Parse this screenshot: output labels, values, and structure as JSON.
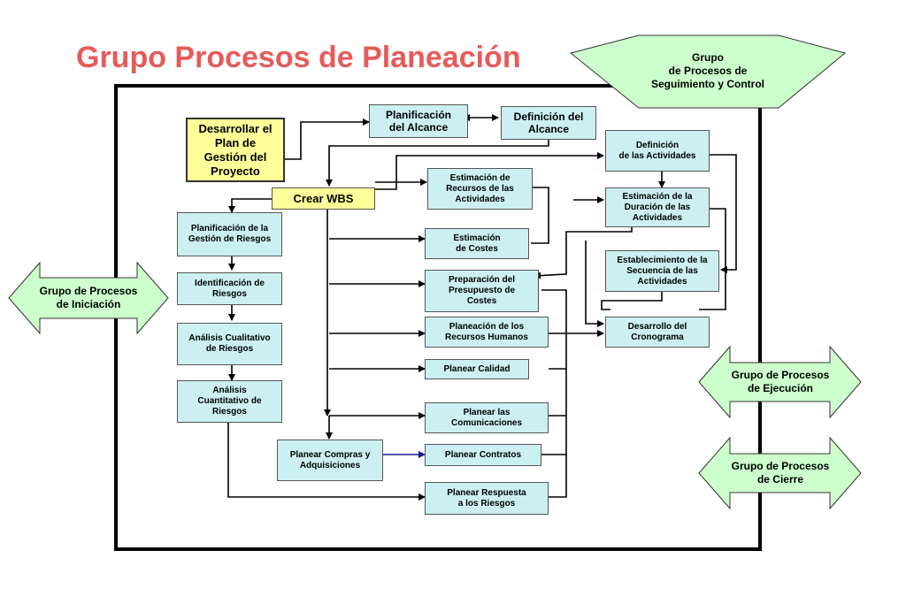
{
  "title": "Grupo Procesos de Planeación",
  "colors": {
    "title": "#e85a5a",
    "box_fill": "#ccf0f2",
    "highlight_fill": "#ffff99",
    "group_arrow_fill": "#ccffcc"
  },
  "groups": {
    "seguimiento": "Grupo\nde Procesos de\nSeguimiento y Control",
    "iniciacion": "Grupo de Procesos\nde Iniciación",
    "ejecucion": "Grupo de Procesos\nde Ejecución",
    "cierre": "Grupo de Procesos\nde Cierre"
  },
  "processes": {
    "desarrollar_plan": "Desarrollar el\nPlan de\nGestión del\nProyecto",
    "planificacion_alcance": "Planificación\ndel Alcance",
    "definicion_alcance": "Definición del\nAlcance",
    "crear_wbs": "Crear WBS",
    "definicion_actividades": "Definición\nde las Actividades",
    "estimacion_recursos": "Estimación de\nRecursos de las\nActividades",
    "estimacion_duracion": "Estimación de la\nDuración de las\nActividades",
    "planificacion_riesgos": "Planificación de la\nGestión de Riesgos",
    "estimacion_costes": "Estimación\nde Costes",
    "establecimiento_secuencia": "Establecimiento de la\nSecuencia de las\nActividades",
    "identificacion_riesgos": "Identificación de\nRiesgos",
    "preparacion_presupuesto": "Preparación del\nPresupuesto de\nCostes",
    "analisis_cualitativo": "Análisis Cualitativo\nde Riesgos",
    "planeacion_rrhh": "Planeación de los\nRecursos Humanos",
    "desarrollo_cronograma": "Desarrollo del\nCronograma",
    "planear_calidad": "Planear Calidad",
    "analisis_cuantitativo": "Análisis\nCuantitativo de\nRiesgos",
    "planear_comunicaciones": "Planear las\nComunicaciones",
    "planear_compras": "Planear Compras y\nAdquisiciones",
    "planear_contratos": "Planear Contratos",
    "planear_respuesta": "Planear Respuesta\na los Riesgos"
  }
}
